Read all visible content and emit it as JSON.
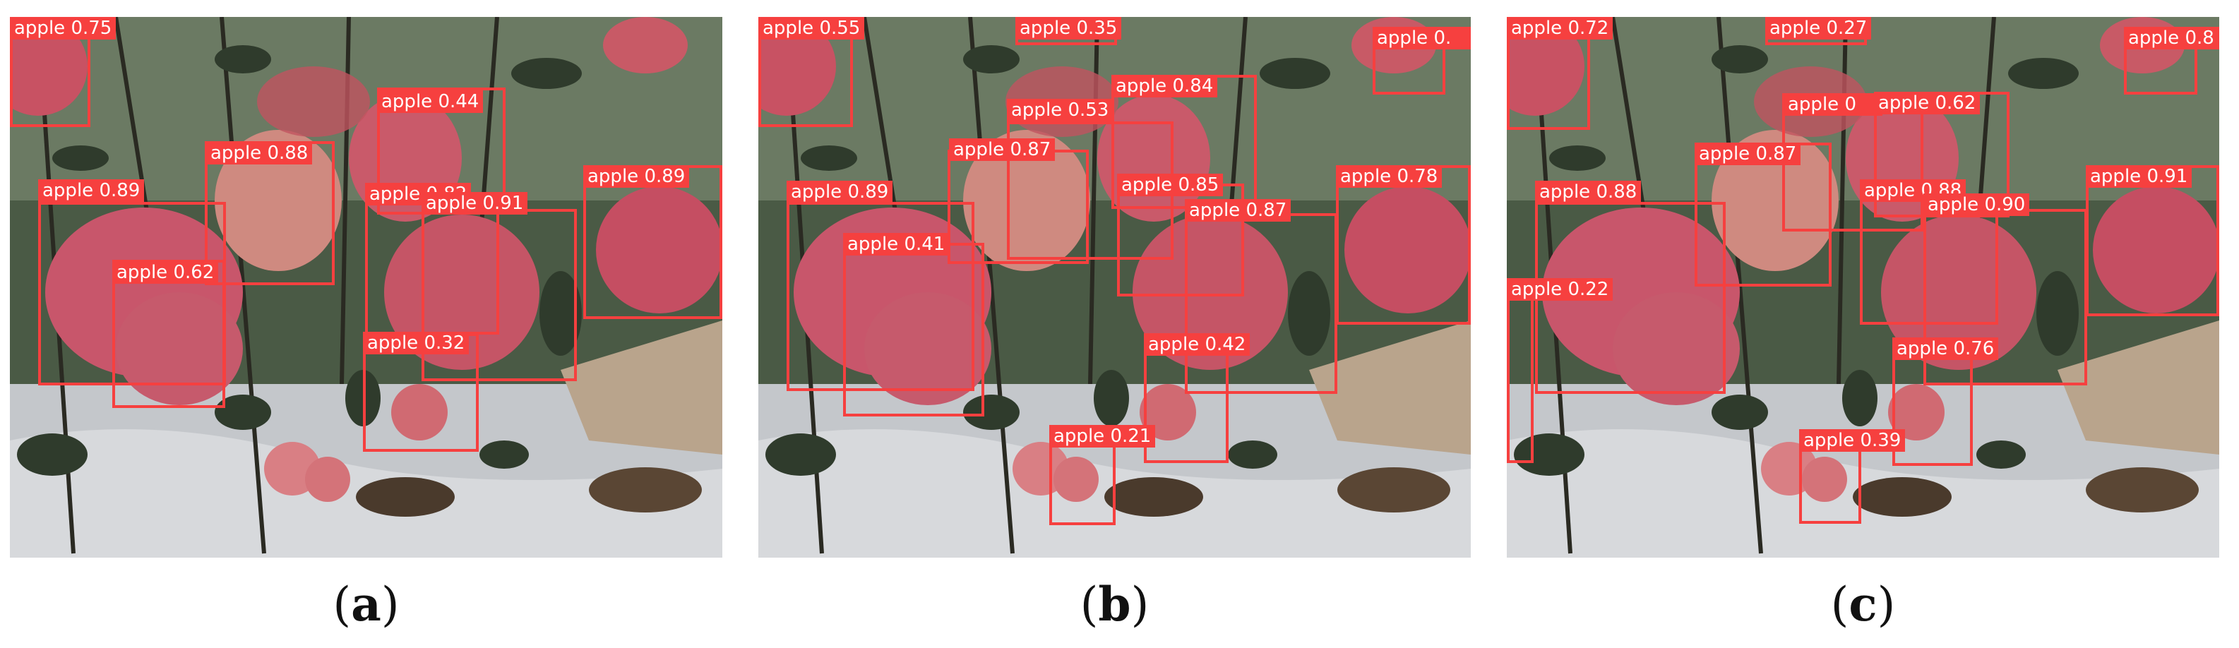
{
  "panels": [
    {
      "caption_open": "(",
      "caption_letter": "a",
      "caption_close": ")",
      "detections": [
        {
          "label": "apple",
          "score": "0.75"
        },
        {
          "label": "apple",
          "score": "0.44"
        },
        {
          "label": "apple",
          "score": "0.88"
        },
        {
          "label": "apple",
          "score": "0.89"
        },
        {
          "label": "apple",
          "score": "0.82"
        },
        {
          "label": "apple",
          "score": "0.91"
        },
        {
          "label": "apple",
          "score": "0.89"
        },
        {
          "label": "apple",
          "score": "0.62"
        },
        {
          "label": "apple",
          "score": "0.32"
        }
      ]
    },
    {
      "caption_open": "(",
      "caption_letter": "b",
      "caption_close": ")",
      "detections": [
        {
          "label": "apple",
          "score": "0.55"
        },
        {
          "label": "apple",
          "score": "0.35"
        },
        {
          "label": "apple",
          "score": "0."
        },
        {
          "label": "apple",
          "score": "0.84"
        },
        {
          "label": "apple",
          "score": "0.53"
        },
        {
          "label": "apple",
          "score": "0.87"
        },
        {
          "label": "apple",
          "score": "0.85"
        },
        {
          "label": "apple",
          "score": "0.89"
        },
        {
          "label": "apple",
          "score": "0.87"
        },
        {
          "label": "apple",
          "score": "0.78"
        },
        {
          "label": "apple",
          "score": "0.41"
        },
        {
          "label": "apple",
          "score": "0.42"
        },
        {
          "label": "apple",
          "score": "0.21"
        }
      ]
    },
    {
      "caption_open": "(",
      "caption_letter": "c",
      "caption_close": ")",
      "detections": [
        {
          "label": "apple",
          "score": "0.72"
        },
        {
          "label": "apple",
          "score": "0.27"
        },
        {
          "label": "apple",
          "score": "0.8"
        },
        {
          "label": "apple",
          "score": "0"
        },
        {
          "label": "apple",
          "score": "0.62"
        },
        {
          "label": "apple",
          "score": "0.87"
        },
        {
          "label": "apple",
          "score": "0.88"
        },
        {
          "label": "apple",
          "score": "0.88"
        },
        {
          "label": "apple",
          "score": "0.90"
        },
        {
          "label": "apple",
          "score": "0.91"
        },
        {
          "label": "apple",
          "score": "0.22"
        },
        {
          "label": "apple",
          "score": "0.76"
        },
        {
          "label": "apple",
          "score": "0.39"
        }
      ]
    }
  ],
  "colors": {
    "box": "#f6403f",
    "label_text": "#ffffff",
    "apple": "#c9485d",
    "foliage": "#3c4a3a",
    "foil": "#cfd2d6"
  }
}
